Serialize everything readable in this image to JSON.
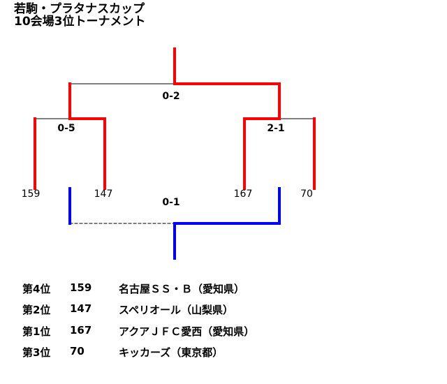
{
  "title": {
    "line1": "若駒・プラタナスカップ",
    "line2": "10会場3位トーナメント"
  },
  "bracket": {
    "scores": {
      "final": "0-2",
      "left_semi": "0-5",
      "right_semi": "2-1",
      "third_place": "0-1"
    },
    "teams": [
      "159",
      "147",
      "167",
      "70"
    ],
    "colors": {
      "winner": "#ff0000",
      "third": "#0000ff",
      "line": "#000000"
    }
  },
  "results": [
    {
      "rank": "第4位",
      "number": "159",
      "name": "名古屋ＳＳ・Ｂ（愛知県）"
    },
    {
      "rank": "第2位",
      "number": "147",
      "name": "スペリオール（山梨県）"
    },
    {
      "rank": "第1位",
      "number": "167",
      "name": "アクアＪＦＣ愛西（愛知県）"
    },
    {
      "rank": "第3位",
      "number": "70",
      "name": "キッカーズ（東京都）"
    }
  ]
}
